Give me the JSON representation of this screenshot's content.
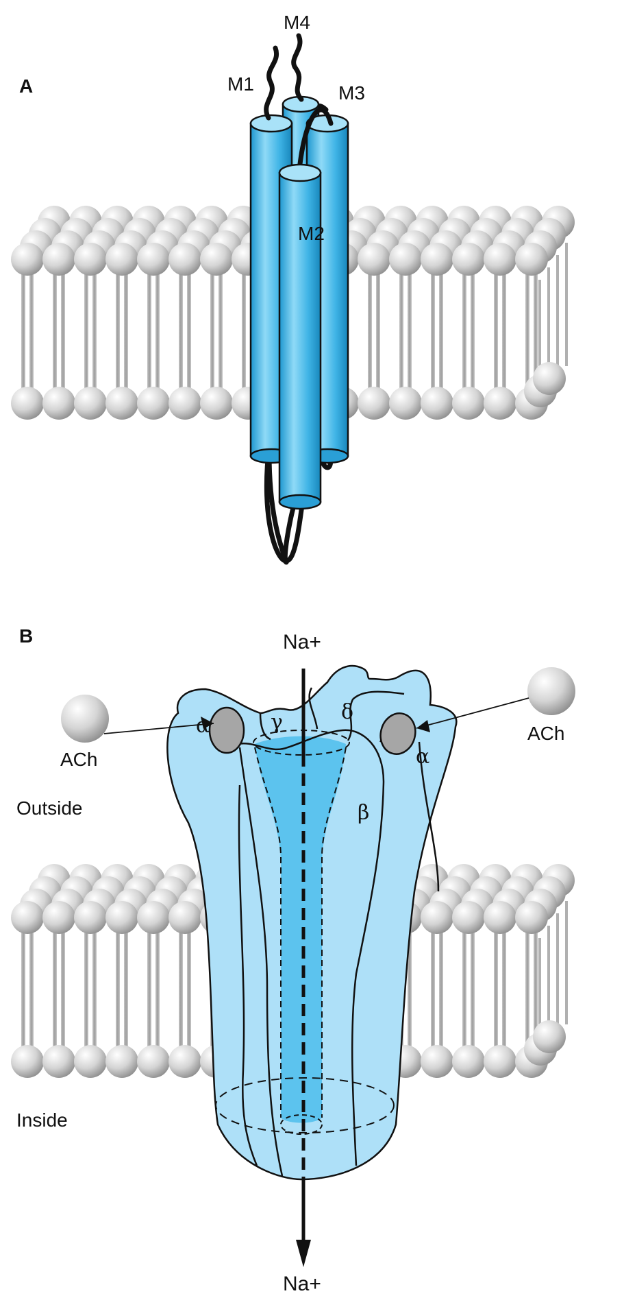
{
  "panel_a": {
    "label": "A",
    "helices": [
      "M1",
      "M2",
      "M3",
      "M4"
    ]
  },
  "panel_b": {
    "label": "B",
    "ion_top": "Na+",
    "ion_bottom": "Na+",
    "ligand_left": "ACh",
    "ligand_right": "ACh",
    "side_outside": "Outside",
    "side_inside": "Inside",
    "subunits": {
      "alpha_left": "α",
      "gamma": "γ",
      "delta": "δ",
      "alpha_right": "α",
      "beta": "β"
    }
  },
  "colors": {
    "helix": "#3fb4e6",
    "helix_highlight": "#a9e2f8",
    "receptor_body": "#aee0f8",
    "receptor_pore": "#5cc3ee",
    "lipid_head": "#d9d9d9",
    "binding_site": "#a6a6a6"
  }
}
